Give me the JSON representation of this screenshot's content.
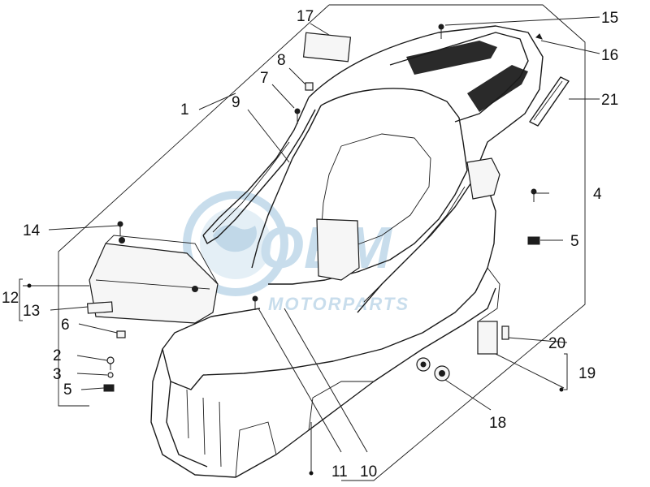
{
  "watermark": {
    "logo_text": "OEM",
    "sub_text": "MOTORPARTS",
    "color": "#9cc3dd"
  },
  "parts": {
    "p1": "1",
    "p2": "2",
    "p3": "3",
    "p4": "4",
    "p5a": "5",
    "p5b": "5",
    "p6": "6",
    "p7": "7",
    "p8": "8",
    "p9": "9",
    "p10": "10",
    "p11": "11",
    "p12": "12",
    "p13": "13",
    "p14": "14",
    "p15": "15",
    "p16": "16",
    "p17": "17",
    "p18": "18",
    "p19": "19",
    "p20": "20",
    "p21": "21"
  }
}
